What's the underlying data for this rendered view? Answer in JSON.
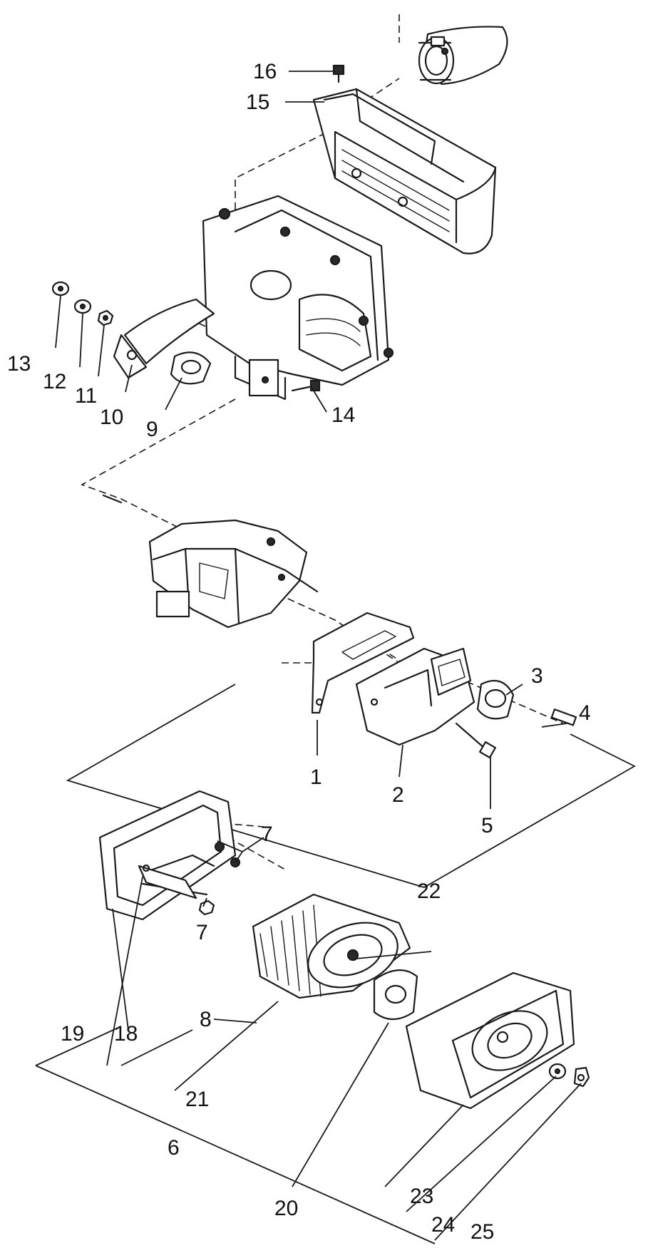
{
  "callouts": {
    "p1": "1",
    "p2": "2",
    "p3": "3",
    "p4": "4",
    "p5": "5",
    "p6": "6",
    "p7a": "7",
    "p7b": "7",
    "p8": "8",
    "p9": "9",
    "p10": "10",
    "p11": "11",
    "p12": "12",
    "p13": "13",
    "p14": "14",
    "p15": "15",
    "p16": "16",
    "p18": "18",
    "p19": "19",
    "p20": "20",
    "p21": "21",
    "p22": "22",
    "p23": "23",
    "p24": "24",
    "p25": "25"
  },
  "colors": {
    "ink": "#1a1a1a",
    "paper": "#ffffff"
  }
}
